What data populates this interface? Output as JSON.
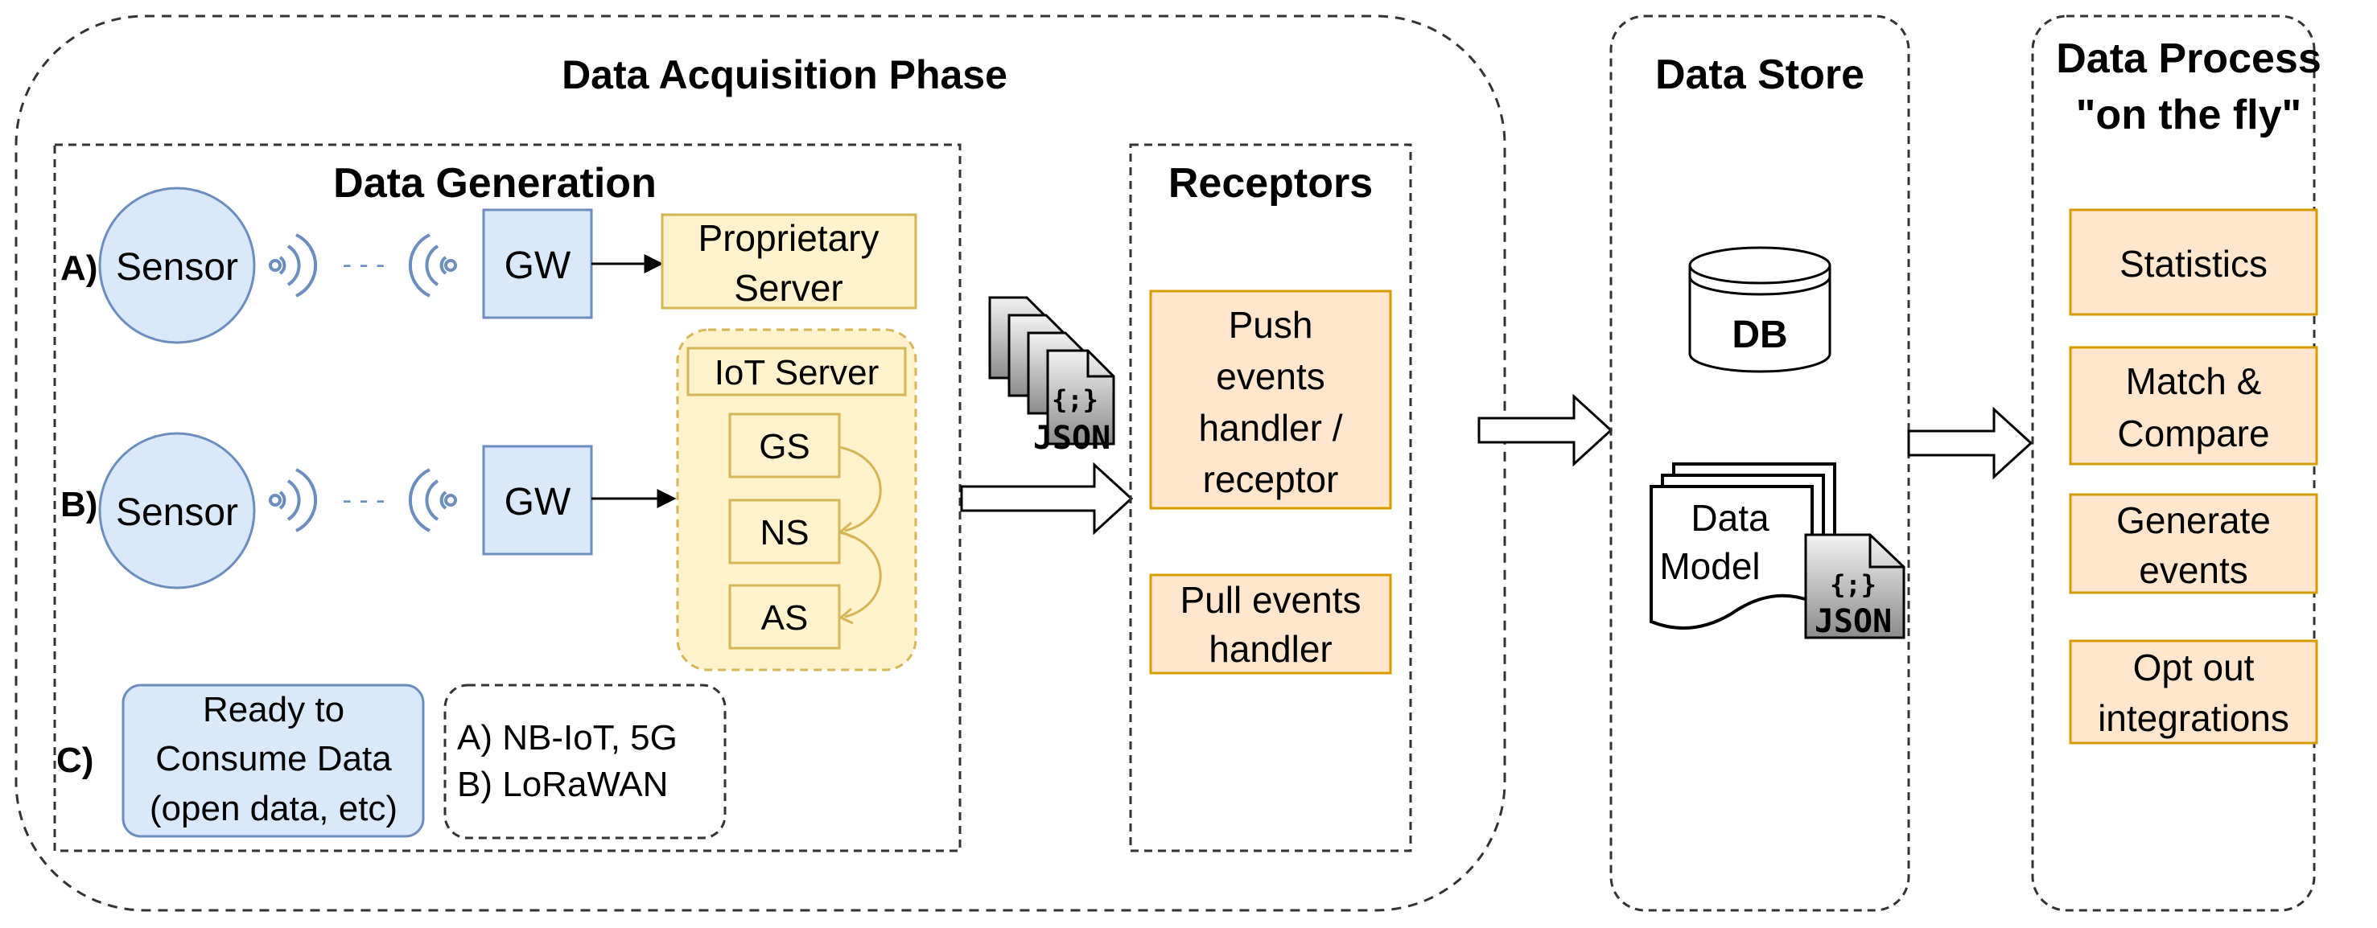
{
  "phases": {
    "acquisition": {
      "title": "Data Acquisition Phase"
    },
    "store": {
      "title": "Data Store"
    },
    "process": {
      "title_line1": "Data Process",
      "title_line2": "\"on the fly\""
    }
  },
  "generation": {
    "title": "Data Generation",
    "row_a": {
      "marker": "A)",
      "sensor": "Sensor",
      "gateway": "GW",
      "server_line1": "Proprietary",
      "server_line2": "Server"
    },
    "row_b": {
      "marker": "B)",
      "sensor": "Sensor",
      "gateway": "GW",
      "iot_server": {
        "title": "IoT Server",
        "gs": "GS",
        "ns": "NS",
        "as": "AS"
      }
    },
    "row_c": {
      "marker": "C)",
      "ready_line1": "Ready to",
      "ready_line2": "Consume Data",
      "ready_line3": "(open data, etc)",
      "legend_line1": "A) NB-IoT, 5G",
      "legend_line2": "B) LoRaWAN"
    },
    "link_dots": "- - -"
  },
  "receptors": {
    "title": "Receptors",
    "push_line1": "Push",
    "push_line2": "events",
    "push_line3": "handler /",
    "push_line4": "receptor",
    "pull_line1": "Pull events",
    "pull_line2": "handler"
  },
  "store": {
    "db_label": "DB",
    "model_line1": "Data",
    "model_line2": "Model"
  },
  "json_icon": {
    "braces": "{;}",
    "label": "JSON"
  },
  "process": {
    "stats": "Statistics",
    "match_line1": "Match &",
    "match_line2": "Compare",
    "generate_line1": "Generate",
    "generate_line2": "events",
    "optout_line1": "Opt out",
    "optout_line2": "integrations"
  },
  "colors": {
    "blue_fill": "#dae8fc",
    "blue_stroke": "#6c8ebf",
    "yellow_fill": "#fff2cc",
    "yellow_stroke": "#d6b656",
    "orange_fill": "#ffe6cc",
    "orange_stroke": "#d79b00"
  }
}
